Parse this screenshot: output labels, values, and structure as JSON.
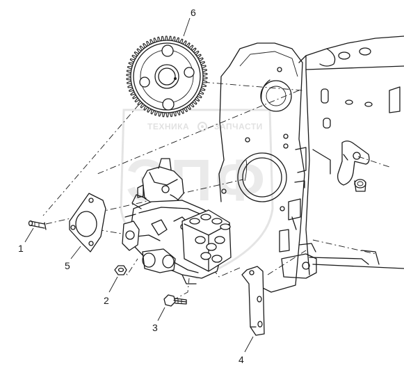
{
  "watermark": {
    "left_word": "ТЕХНИКА",
    "right_word": "ЗАПЧАСТИ",
    "monogram": "ЭПФ",
    "color": "#c9c9c9"
  },
  "callouts": [
    {
      "id": "1",
      "label": "1"
    },
    {
      "id": "2",
      "label": "2"
    },
    {
      "id": "3",
      "label": "3"
    },
    {
      "id": "4",
      "label": "4"
    },
    {
      "id": "5",
      "label": "5"
    },
    {
      "id": "6",
      "label": "6"
    }
  ],
  "colors": {
    "line": "#1a1a1a",
    "background": "#ffffff"
  }
}
